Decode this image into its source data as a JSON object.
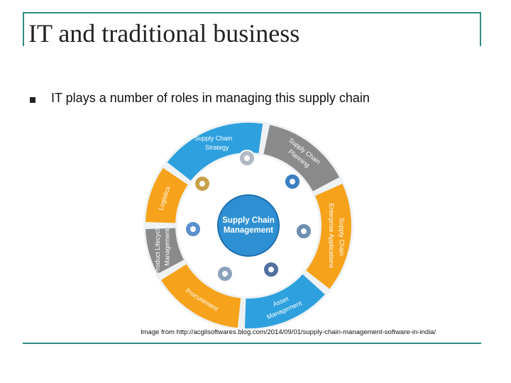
{
  "slide": {
    "title": "IT and traditional business",
    "bullet": "IT plays a number of roles in managing this supply chain",
    "caption": "Image from http://acgilsoftwares.blog.com/2014/09/01/supply-chain-management-software-in-india/"
  },
  "diagram": {
    "center": {
      "line1": "Supply Chain",
      "line2": "Management"
    },
    "segments": [
      {
        "name": "supply-chain-strategy",
        "lines": [
          "Supply Chain",
          "Strategy"
        ],
        "color": "#2ea0de"
      },
      {
        "name": "supply-chain-planning",
        "lines": [
          "Supply Chain",
          "Planning"
        ],
        "color": "#8a8a8a"
      },
      {
        "name": "supply-chain-enterprise-applications",
        "lines": [
          "Supply Chain",
          "Enterprise Applications"
        ],
        "color": "#f6a21a"
      },
      {
        "name": "asset-management",
        "lines": [
          "Asset",
          "Management"
        ],
        "color": "#2ea0de"
      },
      {
        "name": "procurement",
        "lines": [
          "Procurement"
        ],
        "color": "#f6a21a"
      },
      {
        "name": "product-lifecycle-management",
        "lines": [
          "Product Lifecycle",
          "Management"
        ],
        "color": "#8a8a8a"
      },
      {
        "name": "logistics",
        "lines": [
          "Logistics"
        ],
        "color": "#f6a21a"
      }
    ],
    "icons": [
      "puzzle-icon",
      "bar-chart-icon",
      "database-icon",
      "wrench-icon",
      "gears-icon",
      "globe-gear-icon",
      "gear-icon"
    ]
  }
}
